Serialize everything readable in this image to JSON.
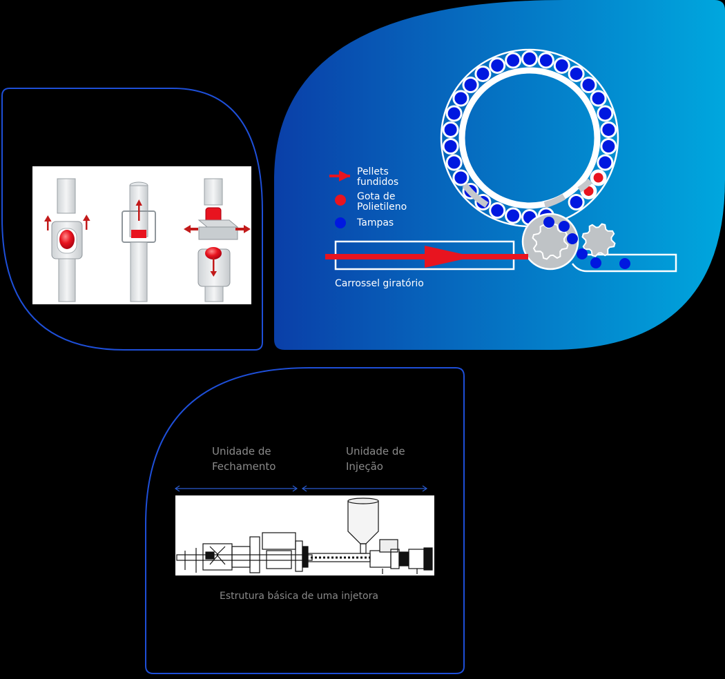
{
  "compression_panel": {},
  "carousel_panel": {
    "legend": {
      "pellets": "Pellets\nfundidos",
      "drop": "Gota de\nPolietileno",
      "caps": "Tampas"
    },
    "caption": "Carrossel giratório",
    "colors": {
      "panel_start": "#0a3fa8",
      "panel_end": "#00a7de",
      "red": "#e8141f",
      "blue": "#0018e0"
    }
  },
  "injection_panel": {
    "left_label": "Unidade de\nFechamento",
    "right_label": "Unidade de\nInjeção",
    "caption": "Estrutura básica de uma injetora"
  }
}
